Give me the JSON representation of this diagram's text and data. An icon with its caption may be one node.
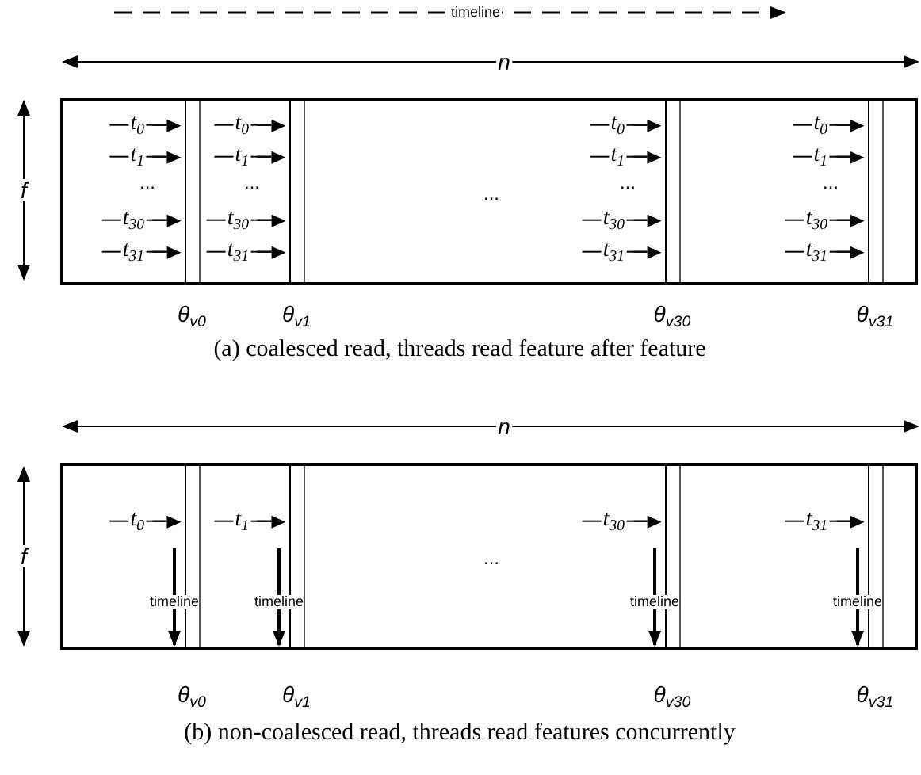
{
  "diagram": {
    "labels": [
      "timeline",
      "n",
      "f",
      "t$_{0}$",
      "t$_{1}$",
      "...",
      "t$_{30}$",
      "t$_{31}$",
      "t$_{0}$",
      "t$_{1}$",
      "...",
      "t$_{30}$",
      "t$_{31}$",
      "...",
      "t$_{0}$",
      "t$_{1}$",
      "...",
      "t$_{30}$",
      "t$_{31}$",
      "t$_{0}$",
      "t$_{1}$",
      "...",
      "t$_{30}$",
      "t$_{31}$",
      "θ$_{v0}$",
      "θ$_{v1}$",
      "θ$_{v30}$",
      "θ$_{v31}$",
      "(a) coalesced read, threads read feature after feature",
      "n",
      "f",
      "t$_{0}$",
      "timeline",
      "t$_{1}$",
      "timeline",
      "...",
      "t$_{30}$",
      "timeline",
      "t$_{31}$",
      "timeline",
      "θ$_{v0}$",
      "θ$_{v1}$",
      "θ$_{v30}$",
      "θ$_{v31}$",
      "(b) non-coalesced read, threads read features concurrently"
    ]
  }
}
